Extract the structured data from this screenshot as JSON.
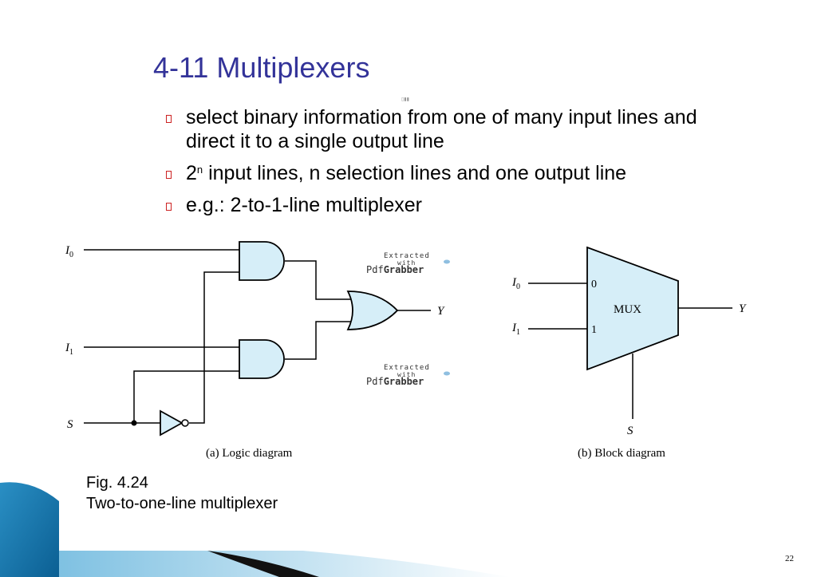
{
  "slide": {
    "title": "4-11 Multiplexers",
    "bullets": [
      "select binary information from one of many input lines and direct it to a single output line",
      "e.g.: 2-to-1-line multiplexer"
    ],
    "bullet2": {
      "base": "2",
      "exponent": "n",
      "rest": "input lines, n selection lines and one output line"
    },
    "page_number": "22"
  },
  "logic_diagram": {
    "labels": {
      "i0_letter": "I",
      "i0_sub": "0",
      "i1_letter": "I",
      "i1_sub": "1",
      "s": "S",
      "y": "Y"
    },
    "caption": "(a) Logic diagram"
  },
  "block_diagram": {
    "labels": {
      "i0_letter": "I",
      "i0_sub": "0",
      "i1_letter": "I",
      "i1_sub": "1",
      "pin0": "0",
      "pin1": "1",
      "mux": "MUX",
      "s": "S",
      "y": "Y"
    },
    "caption": "(b) Block diagram"
  },
  "watermark": {
    "line1": "Extracted",
    "line2": "with",
    "brand_a": "Pdf",
    "brand_b": "Grabber"
  },
  "figure_caption": {
    "number": "Fig. 4.24",
    "text": "Two-to-one-line multiplexer"
  },
  "colors": {
    "gate_fill": "#d6eef8",
    "title": "#333399",
    "bullet": "#cc2222",
    "accent_dark": "#0a5c8a"
  }
}
